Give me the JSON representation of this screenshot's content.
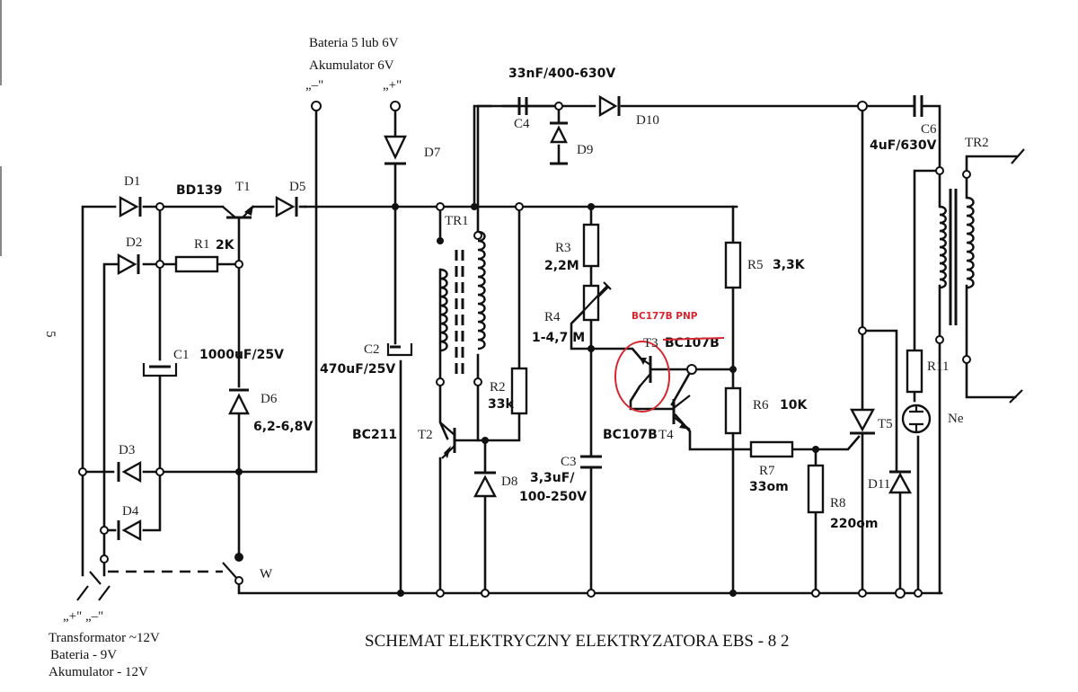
{
  "title": "SCHEMAT ELEKTRYCZNY ELEKTRYZATORA EBS - 8  2",
  "margin_mark": "5",
  "supplies": {
    "top": {
      "line1": "Bateria 5 lub 6V",
      "line2": "Akumulator 6V",
      "minus": "„–\"",
      "plus": "„+\""
    },
    "bottom": {
      "polarity": "„+\" „–\"",
      "line1": "Transformator  ~12V",
      "line2": "Bateria - 9V",
      "line3": "Akumulator - 12V"
    }
  },
  "switch": {
    "label": "W"
  },
  "components": {
    "D1": {
      "ref": "D1"
    },
    "D2": {
      "ref": "D2"
    },
    "D3": {
      "ref": "D3"
    },
    "D4": {
      "ref": "D4"
    },
    "D5": {
      "ref": "D5"
    },
    "D6": {
      "ref": "D6",
      "value": "6,2-6,8V"
    },
    "D7": {
      "ref": "D7"
    },
    "D8": {
      "ref": "D8"
    },
    "D9": {
      "ref": "D9"
    },
    "D10": {
      "ref": "D10"
    },
    "D11": {
      "ref": "D11"
    },
    "T1": {
      "ref": "T1",
      "value": "BD139"
    },
    "T2": {
      "ref": "T2",
      "value": "BC211"
    },
    "T3": {
      "ref": "T3",
      "value_struck": "BC107B",
      "value_new": "BC177B  PNP"
    },
    "T4": {
      "ref": "T4",
      "value": "BC107B"
    },
    "T5": {
      "ref": "T5"
    },
    "R1": {
      "ref": "R1",
      "value": "2K"
    },
    "R2": {
      "ref": "R2",
      "value": "33k"
    },
    "R3": {
      "ref": "R3",
      "value": "2,2M"
    },
    "R4": {
      "ref": "R4",
      "value": "1-4,7 M"
    },
    "R5": {
      "ref": "R5",
      "value": "3,3K"
    },
    "R6": {
      "ref": "R6",
      "value": "10K"
    },
    "R7": {
      "ref": "R7",
      "value": "33om"
    },
    "R8": {
      "ref": "R8",
      "value": "220om"
    },
    "R11": {
      "ref": "R11"
    },
    "C1": {
      "ref": "C1",
      "value": "1000uF/25V"
    },
    "C2": {
      "ref": "C2",
      "value": "470uF/25V"
    },
    "C3": {
      "ref": "C3",
      "value_line1": "3,3uF/",
      "value_line2": "100-250V"
    },
    "C4": {
      "ref": "C4",
      "value": "33nF/400-630V"
    },
    "C6": {
      "ref": "C6",
      "value": "4uF/630V"
    },
    "TR1": {
      "ref": "TR1"
    },
    "TR2": {
      "ref": "TR2"
    },
    "Ne": {
      "ref": "Ne"
    }
  },
  "colors": {
    "ink": "#111111",
    "annotation": "#d7262f",
    "paper": "#ffffff"
  }
}
